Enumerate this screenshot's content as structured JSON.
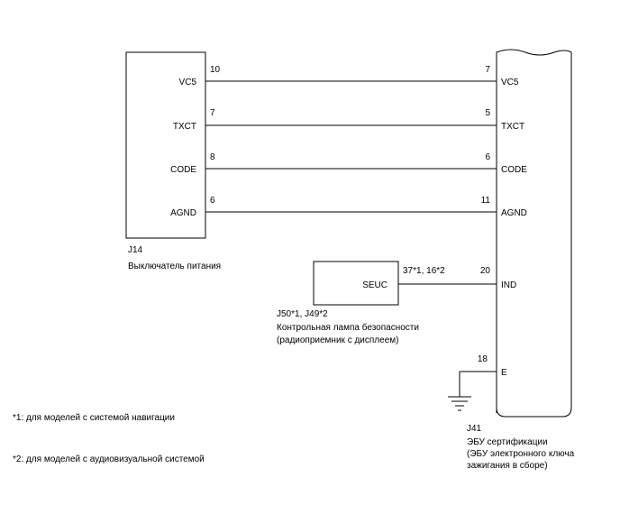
{
  "switch": {
    "connector": "J14",
    "name": "Выключатель питания",
    "pins": [
      {
        "label": "VC5",
        "num": "10"
      },
      {
        "label": "TXCT",
        "num": "7"
      },
      {
        "label": "CODE",
        "num": "8"
      },
      {
        "label": "AGND",
        "num": "6"
      }
    ]
  },
  "ecu": {
    "connector": "J41",
    "name_line1": "ЭБУ сертификации",
    "name_line2": "(ЭБУ электронного ключа",
    "name_line3": "зажигания в сборе)",
    "pins": [
      {
        "label": "VC5",
        "num": "7"
      },
      {
        "label": "TXCT",
        "num": "5"
      },
      {
        "label": "CODE",
        "num": "6"
      },
      {
        "label": "AGND",
        "num": "11"
      },
      {
        "label": "IND",
        "num": "20"
      },
      {
        "label": "E",
        "num": "18"
      }
    ]
  },
  "lamp": {
    "box_label": "SEUC",
    "pin": "37*1, 16*2",
    "connector": "J50*1, J49*2",
    "name_line1": "Контрольная лампа безопасности",
    "name_line2": "(радиоприемник с дисплеем)"
  },
  "notes": {
    "note1": "*1: для моделей с системой навигации",
    "note2": "*2: для моделей с аудиовизуальной системой"
  }
}
